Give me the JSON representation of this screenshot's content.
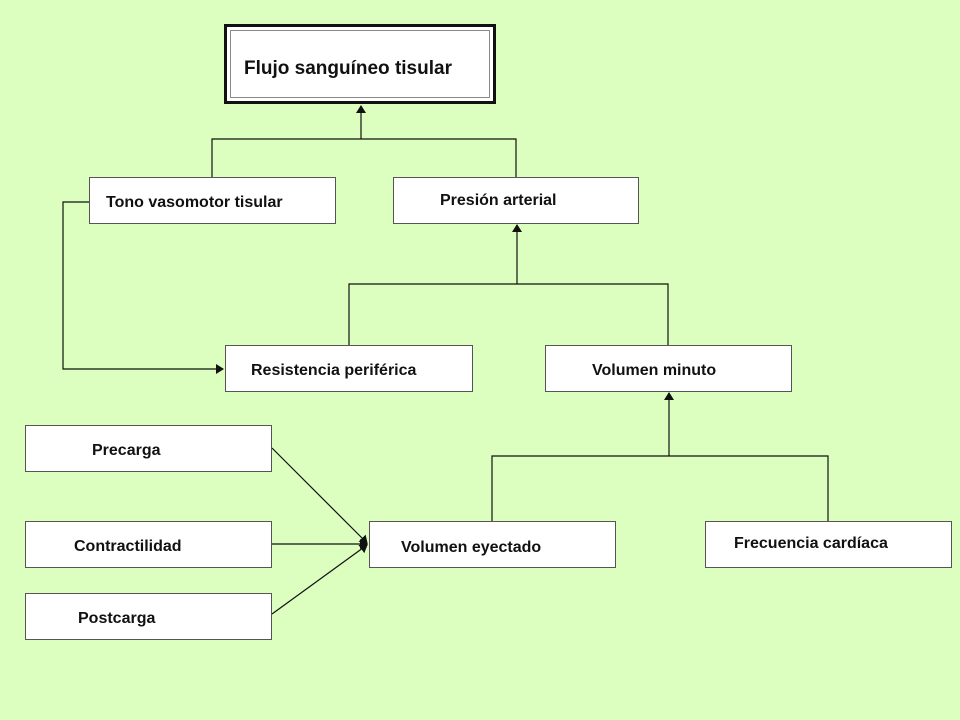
{
  "background_color": "#dcffc0",
  "nodes": {
    "flujo": "Flujo sanguíneo tisular",
    "tono": "Tono vasomotor tisular",
    "presion": "Presión arterial",
    "resistencia": "Resistencia periférica",
    "volumen_minuto": "Volumen minuto",
    "precarga": "Precarga",
    "contractilidad": "Contractilidad",
    "postcarga": "Postcarga",
    "volumen_eyectado": "Volumen eyectado",
    "frecuencia": "Frecuencia cardíaca"
  },
  "edges": [
    {
      "from": "tono",
      "to": "flujo"
    },
    {
      "from": "presion",
      "to": "flujo"
    },
    {
      "from": "resistencia",
      "to": "presion"
    },
    {
      "from": "volumen_minuto",
      "to": "presion"
    },
    {
      "from": "tono",
      "to": "resistencia"
    },
    {
      "from": "volumen_eyectado",
      "to": "volumen_minuto"
    },
    {
      "from": "frecuencia",
      "to": "volumen_minuto"
    },
    {
      "from": "precarga",
      "to": "volumen_eyectado"
    },
    {
      "from": "contractilidad",
      "to": "volumen_eyectado"
    },
    {
      "from": "postcarga",
      "to": "volumen_eyectado"
    }
  ]
}
